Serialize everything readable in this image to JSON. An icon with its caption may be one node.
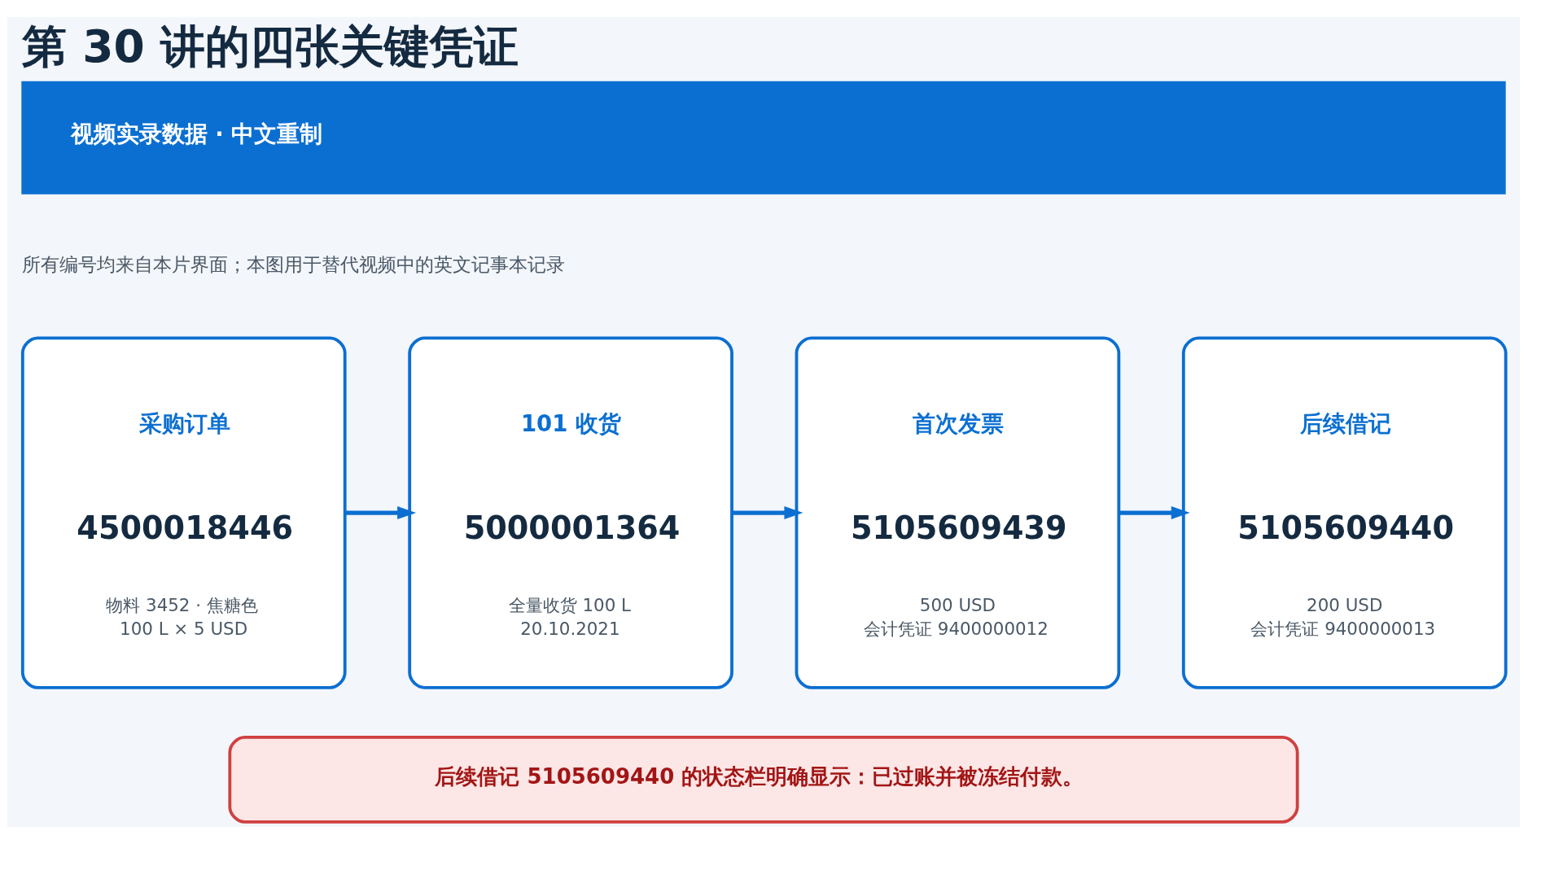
{
  "diagram": {
    "title": "第 30 讲的四张关键凭证",
    "nodes": [
      {
        "text": [
          "视频实录数据 · 中文重制"
        ]
      },
      {
        "text": [
          "采购订单",
          "4500018446",
          "物料 3452 · 焦糖色",
          "100 L × 5 USD"
        ]
      },
      {
        "text": [
          "101 收货",
          "5000001364",
          "全量收货 100 L",
          "20.10.2021"
        ]
      },
      {
        "text": [
          "首次发票",
          "5105609439",
          "500 USD",
          "会计凭证 9400000012"
        ]
      },
      {
        "text": [
          "后续借记",
          "5105609440",
          "200 USD",
          "会计凭证 9400000013"
        ]
      },
      {
        "text": [
          "后续借记 5105609440 的状态栏明确显示：已过账并被冻结付款。"
        ]
      }
    ],
    "edges": [
      {
        "from": 1,
        "to": 2,
        "arrow": "to"
      },
      {
        "from": 2,
        "to": 3,
        "arrow": "to"
      },
      {
        "from": 3,
        "to": 4,
        "arrow": "to"
      }
    ],
    "labels": [
      "所有编号均来自本片界面；本图用于替代视频中的英文记事本记录"
    ]
  }
}
